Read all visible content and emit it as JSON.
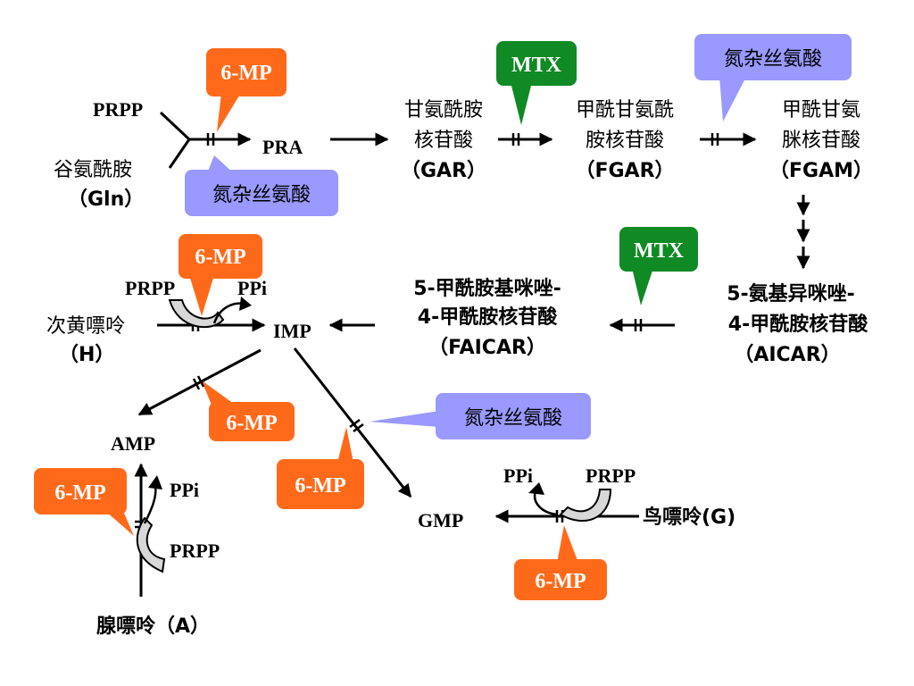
{
  "colors": {
    "mp": "#ff6a1a",
    "mtx": "#0f8a24",
    "aza": "#9999ff",
    "line": "#000000"
  },
  "labels": {
    "prpp_top": "PRPP",
    "gln_1": "谷氨酰胺",
    "gln_2": "（Gln）",
    "pra": "PRA",
    "gar_1": "甘氨酰胺",
    "gar_2": "核苷酸",
    "gar_3": "（GAR）",
    "fgar_1": "甲酰甘氨酰",
    "fgar_2": "胺核苷酸",
    "fgar_3": "（FGAR）",
    "fgam_1": "甲酰甘氨",
    "fgam_2": "脒核苷酸",
    "fgam_3": "（FGAM）",
    "aicar_1": "5-氨基异咪唑-",
    "aicar_2": "4-甲酰胺核苷酸",
    "aicar_3": "（AICAR）",
    "faicar_1": "5-甲酰胺基咪唑-",
    "faicar_2": "4-甲酰胺核苷酸",
    "faicar_3": "（FAICAR）",
    "imp": "IMP",
    "h_1": "次黄嘌呤",
    "h_2": "（H）",
    "prpp_h": "PRPP",
    "ppi_h": "PPi",
    "amp": "AMP",
    "ppi_a": "PPi",
    "prpp_a": "PRPP",
    "a": "腺嘌呤（A）",
    "gmp": "GMP",
    "ppi_g": "PPi",
    "prpp_g": "PRPP",
    "g": "鸟嘌呤(G)"
  },
  "callouts": {
    "mp_1": "6-MP",
    "aza_1": "氮杂丝氨酸",
    "mtx_1": "MTX",
    "aza_2": "氮杂丝氨酸",
    "mp_2": "6-MP",
    "mtx_2": "MTX",
    "mp_3": "6-MP",
    "aza_3": "氮杂丝氨酸",
    "mp_4": "6-MP",
    "mp_5": "6-MP",
    "mp_6": "6-MP"
  }
}
